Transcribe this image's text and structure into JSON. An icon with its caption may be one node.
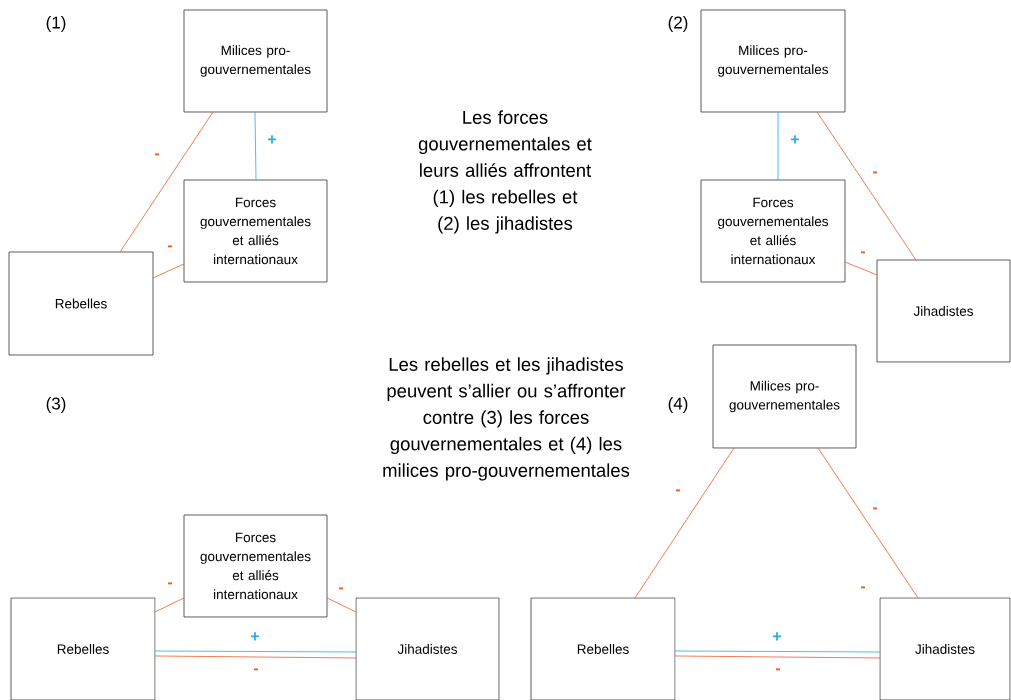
{
  "diagram": {
    "nodes": [
      {
        "text": [
          "Milices pro- gouvernementales"
        ]
      },
      {
        "text": [
          "Forces gouvernementales et alliés internationaux"
        ]
      },
      {
        "text": [
          "Rebelles"
        ]
      },
      {
        "text": [
          "Milices pro- gouvernementales"
        ]
      },
      {
        "text": [
          "Forces gouvernementales et alliés internationaux"
        ]
      },
      {
        "text": [
          "Jihadistes"
        ]
      },
      {
        "text": [
          "Forces gouvernementales et alliés internationaux"
        ]
      },
      {
        "text": [
          "Rebelles"
        ]
      },
      {
        "text": [
          "Jihadistes"
        ]
      },
      {
        "text": [
          "Milices pro- gouvernementales"
        ]
      },
      {
        "text": [
          "Rebelles"
        ]
      },
      {
        "text": [
          "Jihadistes"
        ]
      }
    ],
    "edges": [
      {
        "from": 0,
        "to": 2,
        "arrow": "none",
        "label": "-"
      },
      {
        "from": 0,
        "to": 1,
        "arrow": "none",
        "label": "+",
        "color": "#29abe2"
      },
      {
        "from": 1,
        "to": 2,
        "arrow": "none",
        "label": "-"
      },
      {
        "from": 3,
        "to": 4,
        "arrow": "none",
        "label": "+",
        "color": "#29abe2"
      },
      {
        "from": 3,
        "to": 5,
        "arrow": "none",
        "label": "-"
      },
      {
        "from": 4,
        "to": 5,
        "arrow": "none",
        "label": "-"
      },
      {
        "from": 7,
        "to": 6,
        "arrow": "none",
        "label": "-"
      },
      {
        "from": 6,
        "to": 8,
        "arrow": "none",
        "label": "-"
      },
      {
        "from": 7,
        "to": 8,
        "arrow": "none",
        "label": "+",
        "color": "#29abe2"
      },
      {
        "from": 7,
        "to": 8,
        "arrow": "none",
        "label": "-"
      },
      {
        "from": 9,
        "to": 10,
        "arrow": "none",
        "label": "-"
      },
      {
        "from": 9,
        "to": 11,
        "arrow": "none",
        "label": "-"
      },
      {
        "from": 10,
        "to": 11,
        "arrow": "none",
        "label": "+",
        "color": "#29abe2"
      },
      {
        "from": 10,
        "to": 11,
        "arrow": "none",
        "label": "-"
      }
    ],
    "labels": [
      "(1)",
      "(2)",
      "Les forces gouvernementales et leurs alliés affrontent (1) les rebelles et (2) les jihadistes",
      "Les rebelles et les jihadistes peuvent s’allier ou s’affronter contre (3) les forces gouvernementales et (4) les milices pro-gouvernementales",
      "(3)",
      "(4)",
      "-"
    ]
  }
}
